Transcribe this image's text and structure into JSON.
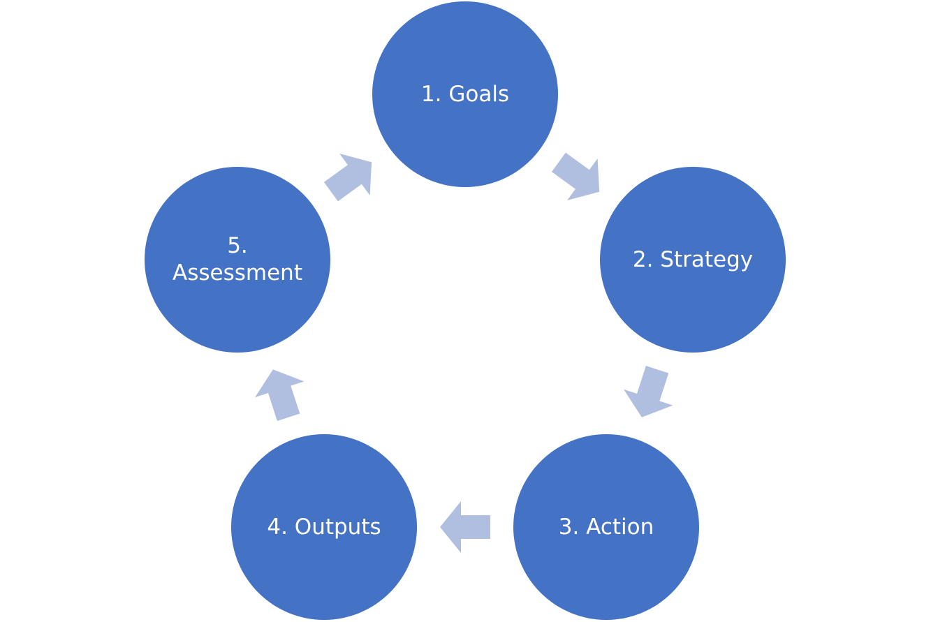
{
  "colors": {
    "node_fill": "#4472C4",
    "arrow_fill": "#B0BEE0",
    "label_text": "#FFFFFF",
    "background": "#FFFFFF"
  },
  "nodes": [
    {
      "id": "1",
      "label": "1. Goals"
    },
    {
      "id": "2",
      "label": "2. Strategy"
    },
    {
      "id": "3",
      "label": "3. Action"
    },
    {
      "id": "4",
      "label": "4. Outputs"
    },
    {
      "id": "5",
      "label": "5. Assessment"
    }
  ],
  "edges": [
    {
      "from": "1",
      "to": "2"
    },
    {
      "from": "2",
      "to": "3"
    },
    {
      "from": "3",
      "to": "4"
    },
    {
      "from": "4",
      "to": "5"
    },
    {
      "from": "5",
      "to": "1"
    }
  ]
}
